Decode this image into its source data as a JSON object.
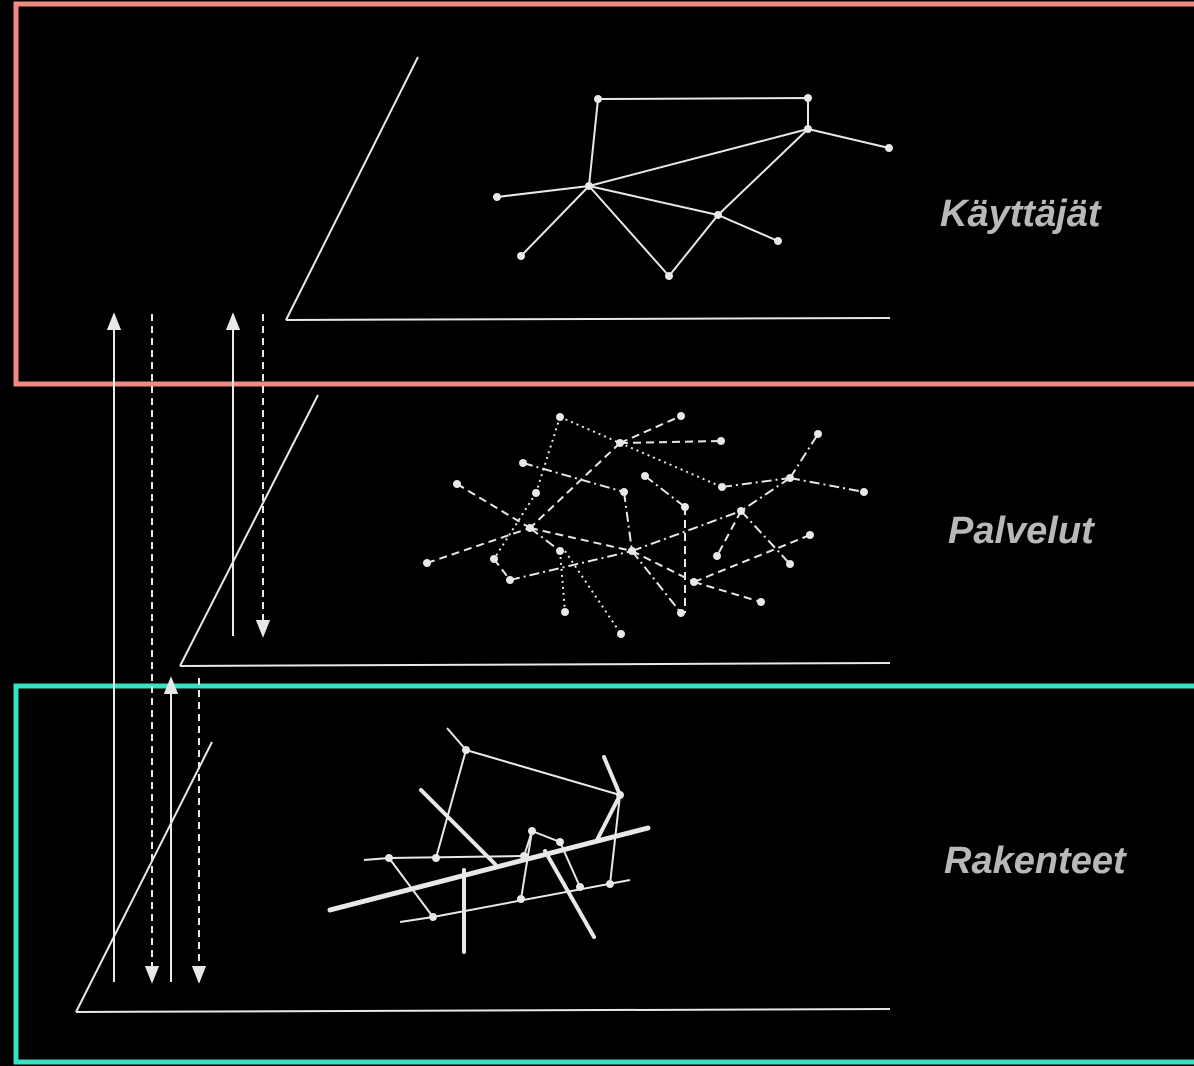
{
  "layers": {
    "users": {
      "label": "Käyttäjät",
      "frame_color": "#f08a84"
    },
    "services": {
      "label": "Palvelut",
      "frame_color": null
    },
    "structures": {
      "label": "Rakenteet",
      "frame_color": "#38e0c4"
    }
  },
  "colors": {
    "background": "#000000",
    "lines": "#e8e8e8",
    "label_text": "#b8b8b8"
  }
}
